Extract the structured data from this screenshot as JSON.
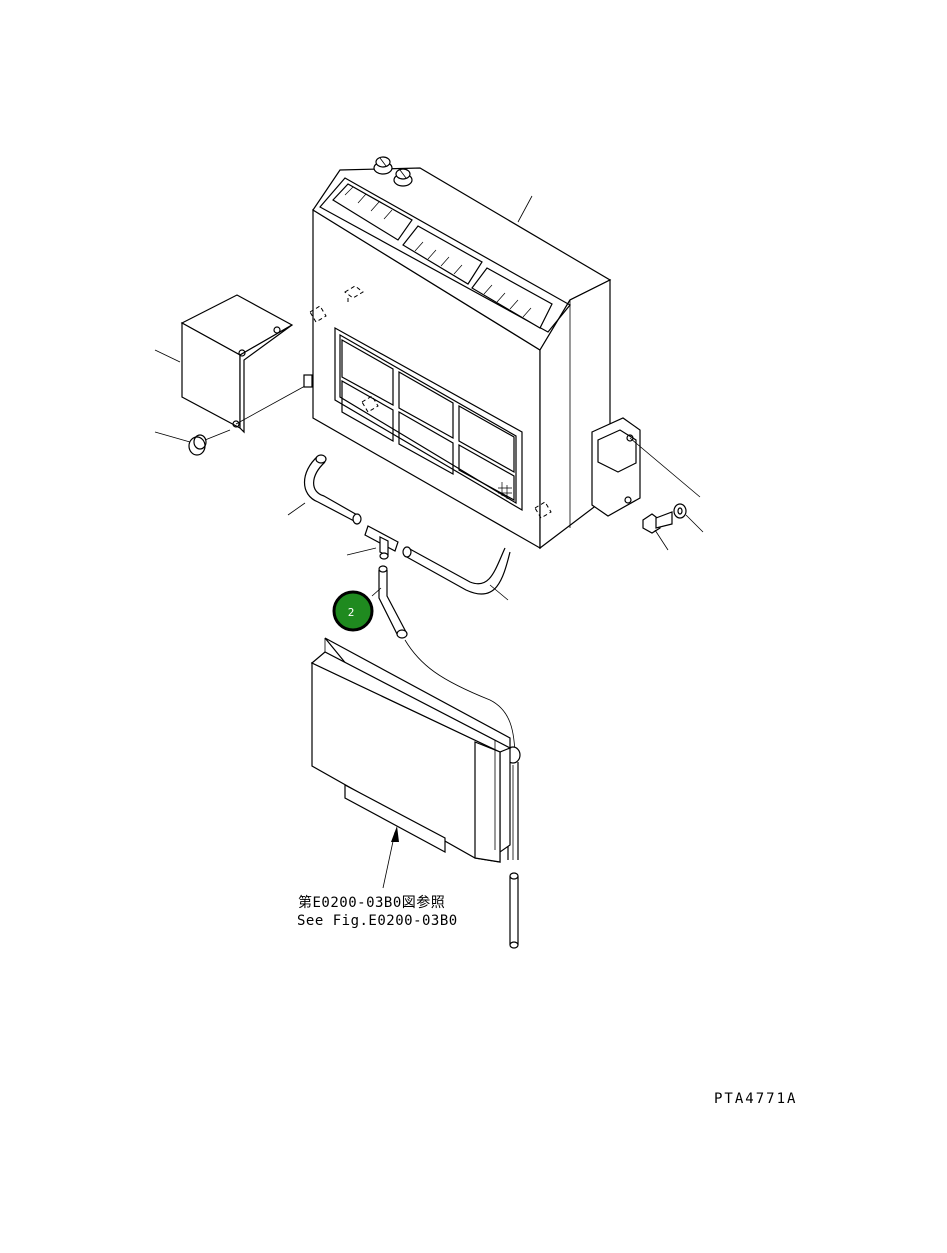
{
  "drawing": {
    "reference_jp": "第E0200-03B0図参照",
    "reference_en": "See Fig.E0200-03B0",
    "drawing_number": "PTA4771A",
    "callout_badge": {
      "label": "2",
      "color": "#1f8a1f",
      "ring_color": "#000000"
    }
  }
}
